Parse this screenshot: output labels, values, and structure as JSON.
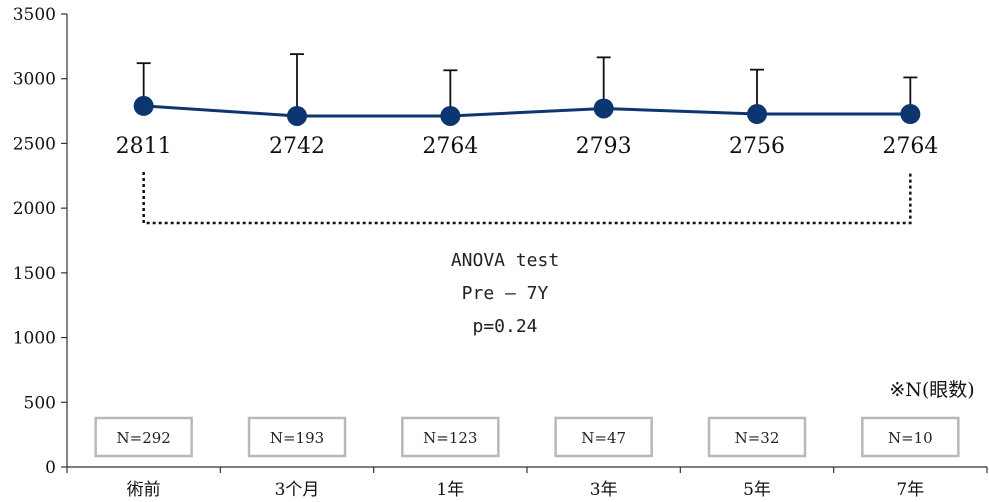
{
  "chart_data": {
    "type": "line",
    "categories": [
      "術前",
      "3个月",
      "1年",
      "3年",
      "5年",
      "7年"
    ],
    "values": [
      2790,
      2712,
      2712,
      2770,
      2727,
      2727
    ],
    "error_upper": [
      3120,
      3190,
      3065,
      3165,
      3070,
      3010
    ],
    "data_labels": [
      "2811",
      "2742",
      "2764",
      "2793",
      "2756",
      "2764"
    ],
    "n_labels": [
      "N=292",
      "N=193",
      "N=123",
      "N=47",
      "N=32",
      "N=10"
    ],
    "n_note": "※N(眼数)",
    "ylim": [
      0,
      3500
    ],
    "yticks": [
      "0",
      "500",
      "1000",
      "1500",
      "2000",
      "2500",
      "3000",
      "3500"
    ],
    "annotation": {
      "line1": "ANOVA test",
      "line2": "Pre  –  7Y",
      "line3": "p=0.24"
    },
    "comparison_bracket": {
      "from": 0,
      "to": 5
    },
    "colors": {
      "series": "#0d3670",
      "axis": "#333333",
      "box": "#b8b8b8",
      "bracket": "#111111"
    },
    "grid": false
  }
}
